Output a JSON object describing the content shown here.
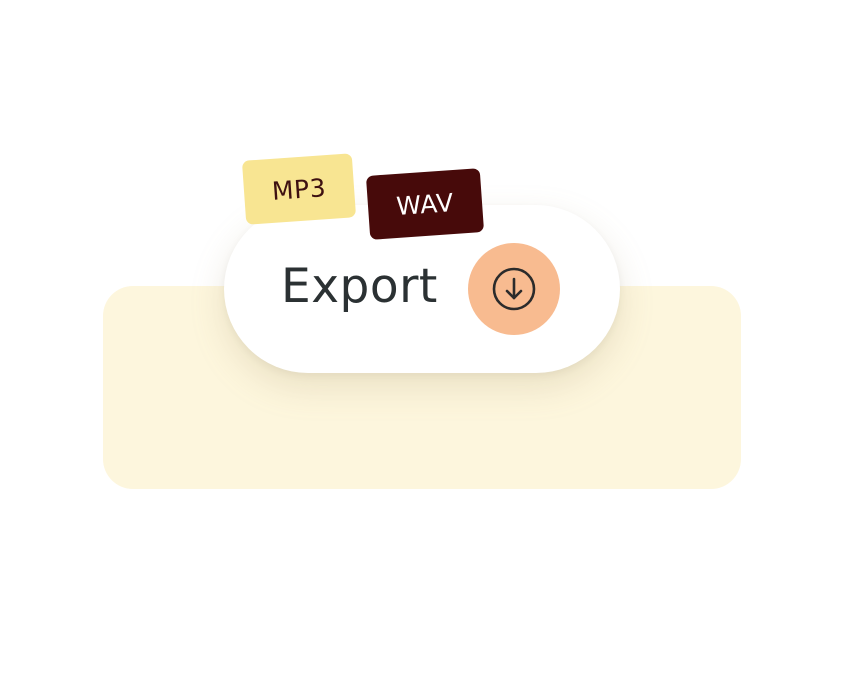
{
  "export_widget": {
    "label": "Export",
    "download_icon": "arrow-down-circle-icon",
    "button_color": "#f8bb90",
    "formats": [
      {
        "label": "MP3",
        "background": "#f8e592",
        "text_color": "#3e1111"
      },
      {
        "label": "WAV",
        "background": "#470a0a",
        "text_color": "#ffffff"
      }
    ]
  },
  "colors": {
    "backdrop": "#fdf6dd",
    "pill": "#ffffff",
    "text": "#2b3133"
  }
}
